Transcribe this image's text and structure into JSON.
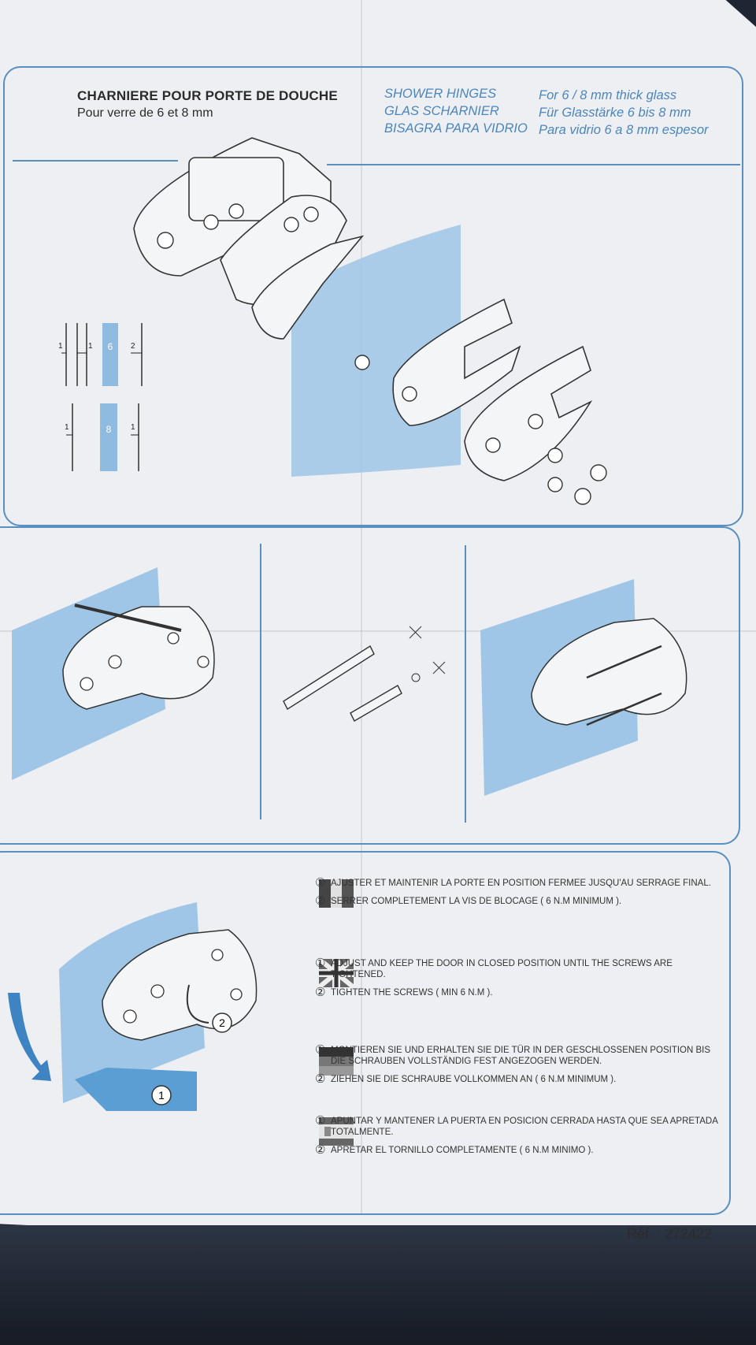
{
  "header": {
    "fr_title": "CHARNIERE POUR PORTE DE DOUCHE",
    "fr_subtitle": "Pour verre de 6 et 8 mm",
    "col1": [
      "SHOWER HINGES",
      "GLAS SCHARNIER",
      "BISAGRA PARA VIDRIO"
    ],
    "col2": [
      "For 6 / 8 mm thick glass",
      "Für Glasstärke 6 bis 8 mm",
      "Para vidrio 6 a 8 mm espesor"
    ]
  },
  "glass_gauges": {
    "six": {
      "thickness": "6",
      "spacers": [
        "1",
        "1",
        "2"
      ]
    },
    "eight": {
      "thickness": "8",
      "spacers": [
        "1",
        "1"
      ]
    }
  },
  "callouts": [
    "1",
    "2"
  ],
  "instructions": {
    "fr": [
      {
        "n": "①",
        "text": "AJUSTER ET MAINTENIR LA PORTE EN POSITION FERMEE JUSQU'AU SERRAGE FINAL."
      },
      {
        "n": "②",
        "text": "SERRER COMPLETEMENT LA VIS DE BLOCAGE ( 6 N.m minimum )."
      }
    ],
    "en": [
      {
        "n": "①",
        "text": "ADJUST AND KEEP THE DOOR IN CLOSED POSITION UNTIL THE SCREWS ARE TIGHTENED."
      },
      {
        "n": "②",
        "text": "TIGHTEN THE SCREWS ( Min 6 N.m )."
      }
    ],
    "de": [
      {
        "n": "①",
        "text": "MONTIEREN SIE UND ERHALTEN SIE DIE TÜR IN DER GESCHLOSSENEN POSITION BIS DIE SCHRAUBEN VOLLSTÄNDIG FEST ANGEZOGEN WERDEN."
      },
      {
        "n": "②",
        "text": "ZIEHEN SIE DIE SCHRAUBE VOLLKOMMEN AN ( 6 N.m minimum )."
      }
    ],
    "es": [
      {
        "n": "①",
        "text": "APUNTAR Y MANTENER LA PUERTA EN POSICION CERRADA HASTA QUE SEA APRETADA TOTALMENTE."
      },
      {
        "n": "②",
        "text": "APRETAR EL TORNILLO COMPLETAMENTE ( 6 N.m minimo )."
      }
    ]
  },
  "reference": "Réf. : 272422",
  "colors": {
    "accent": "#5a90c0",
    "glass": "#8fbbe0",
    "text": "#2b2b2b"
  }
}
